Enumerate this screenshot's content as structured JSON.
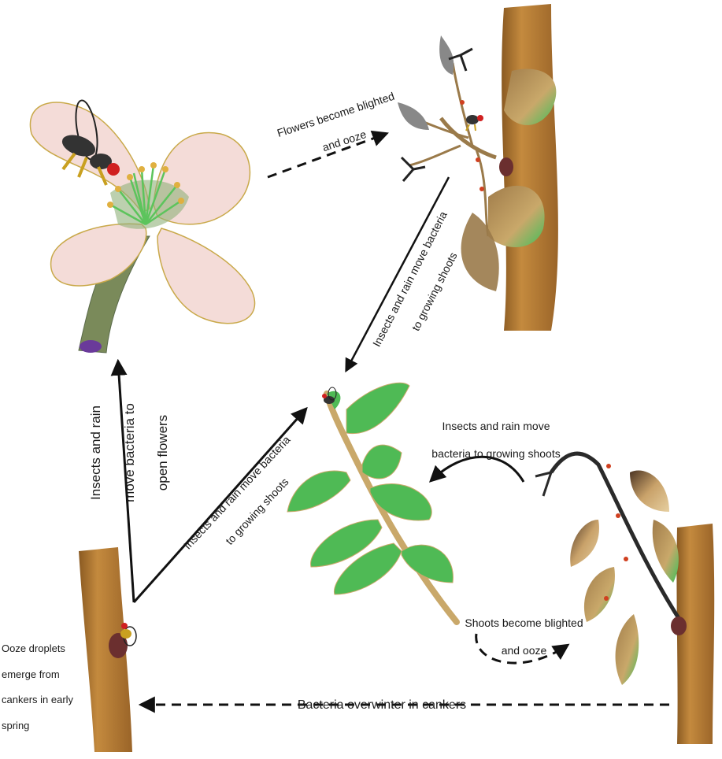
{
  "diagram": {
    "labels": {
      "flowers_blighted": [
        "Flowers become blighted",
        "and ooze"
      ],
      "to_shoots_diag_upper": [
        "Insects and rain move bacteria",
        "to growing shoots"
      ],
      "to_open_flowers": [
        "Insects and rain",
        "move bacteria to",
        "open flowers"
      ],
      "to_shoots_diag_lower": [
        "Insects and rain move bacteria",
        "to growing shoots"
      ],
      "to_shoots_right": [
        "Insects and rain move",
        "bacteria to growing shoots"
      ],
      "shoots_blighted": [
        "Shoots become blighted",
        "and ooze"
      ],
      "ooze_droplets": [
        "Ooze droplets",
        "emerge from",
        "cankers in early",
        "spring"
      ],
      "overwinter": "Bacteria overwinter in cankers"
    },
    "colors": {
      "bark": "#b5782f",
      "bark_dark": "#8a5a22",
      "leaf_green": "#4fba55",
      "leaf_blighted": "#b89860",
      "petal": "#f4dcd8",
      "petal_edge": "#c9a94a",
      "canker": "#6b2f2f",
      "arrow": "#111111"
    }
  }
}
